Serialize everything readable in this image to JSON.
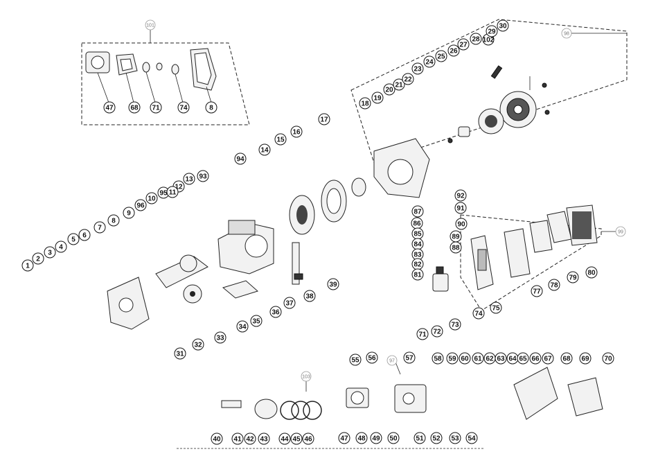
{
  "diagram": {
    "group_labels": {
      "g101": "101",
      "g98": "98",
      "g99": "99",
      "g103": "103",
      "g97": "97"
    },
    "part_labels": [
      "1",
      "2",
      "3",
      "4",
      "5",
      "6",
      "7",
      "8",
      "9",
      "96",
      "10",
      "95",
      "12",
      "11",
      "13",
      "93",
      "94",
      "14",
      "15",
      "16",
      "17",
      "18",
      "19",
      "20",
      "21",
      "22",
      "23",
      "24",
      "25",
      "26",
      "27",
      "28",
      "102",
      "29",
      "30",
      "47",
      "68",
      "71",
      "74",
      "8",
      "31",
      "32",
      "33",
      "34",
      "35",
      "36",
      "37",
      "38",
      "39",
      "92",
      "91",
      "90",
      "87",
      "86",
      "85",
      "84",
      "83",
      "82",
      "81",
      "88",
      "89",
      "75",
      "77",
      "78",
      "79",
      "80",
      "71",
      "72",
      "73",
      "74",
      "40",
      "41",
      "42",
      "43",
      "44",
      "45",
      "46",
      "55",
      "56",
      "57",
      "58",
      "59",
      "60",
      "61",
      "62",
      "63",
      "64",
      "65",
      "66",
      "67",
      "68",
      "69",
      "70",
      "47",
      "48",
      "49",
      "50",
      "51",
      "52",
      "53",
      "54"
    ]
  }
}
